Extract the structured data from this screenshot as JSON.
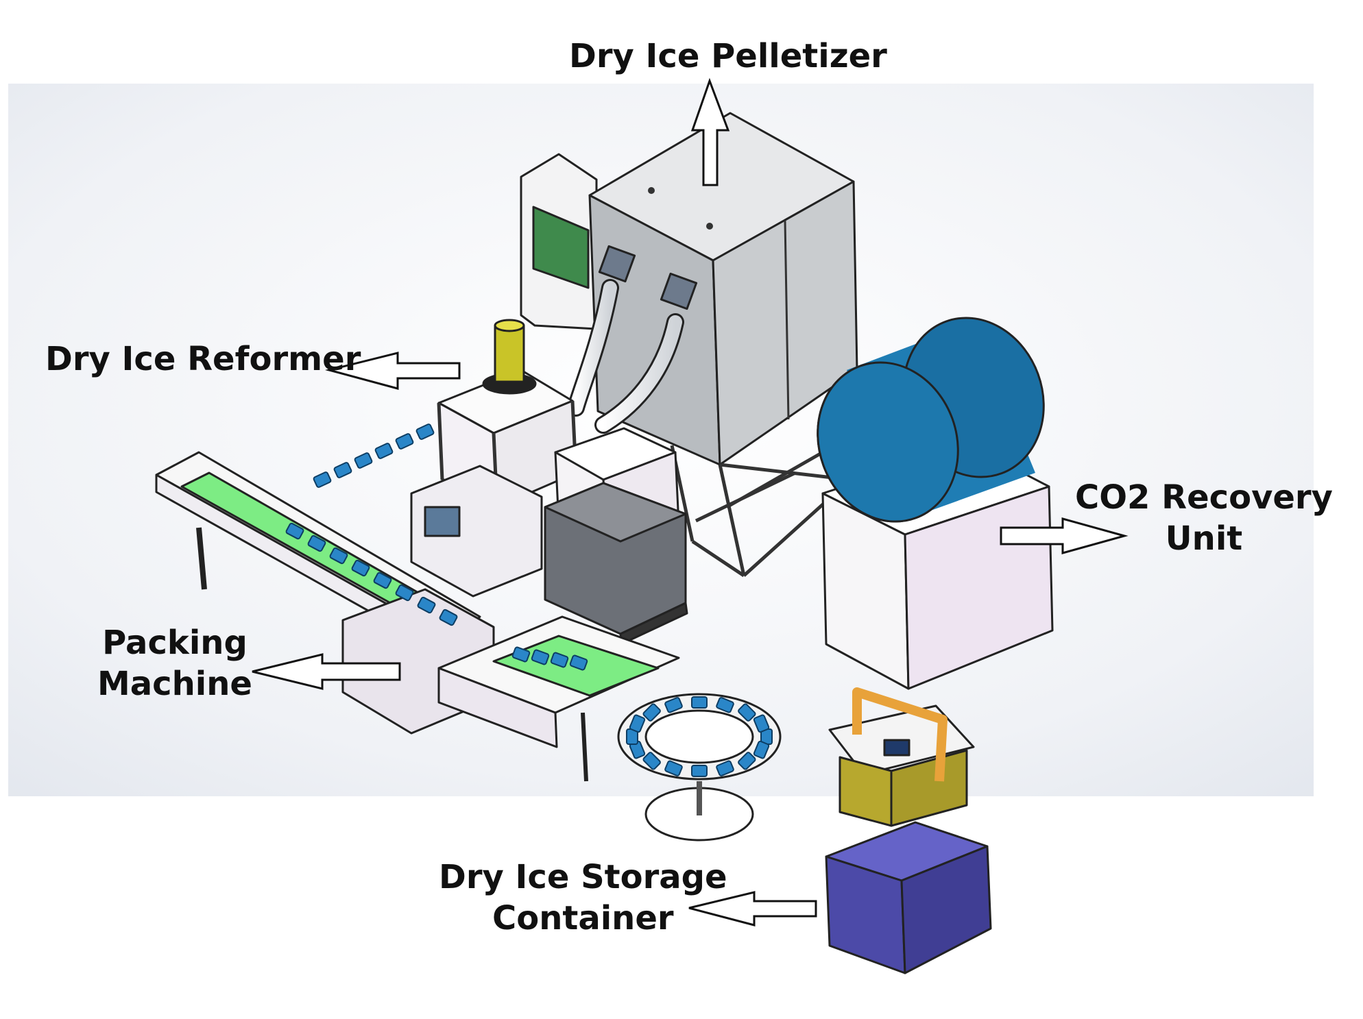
{
  "labels": {
    "pelletizer": "Dry Ice Pelletizer",
    "reformer": "Dry Ice Reformer",
    "co2_line1": "CO2 Recovery",
    "co2_line2": "Unit",
    "packing_line1": "Packing",
    "packing_line2": "Machine",
    "storage_line1": "Dry Ice Storage",
    "storage_line2": "Container"
  },
  "colors": {
    "cabinet_grey": "#bfc3c6",
    "cabinet_light": "#f1eef4",
    "control_screen_green": "#3f8a4c",
    "conveyor_green": "#7dec84",
    "pellet_blue": "#2a86c8",
    "tank_blue": "#1a6fa3",
    "recovery_box_pink": "#eee4f1",
    "reformer_cap_yellow": "#c9c428",
    "crate_purple": "#4c4aa8",
    "bin_yellow": "#b7a82e",
    "handle_orange": "#e8a23a",
    "arrow_outline": "#111111"
  }
}
